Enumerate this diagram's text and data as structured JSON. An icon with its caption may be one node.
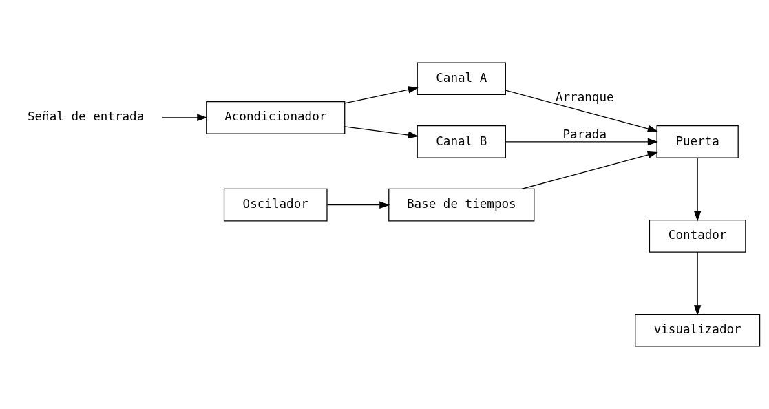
{
  "diagram": {
    "nodes": [
      {
        "text": [
          "Señal de entrada"
        ]
      },
      {
        "text": [
          "Acondicionador"
        ]
      },
      {
        "text": [
          "Canal A"
        ]
      },
      {
        "text": [
          "Canal B"
        ]
      },
      {
        "text": [
          "Oscilador"
        ]
      },
      {
        "text": [
          "Base de tiempos"
        ]
      },
      {
        "text": [
          "Puerta"
        ]
      },
      {
        "text": [
          "Contador"
        ]
      },
      {
        "text": [
          "visualizador"
        ]
      }
    ],
    "edges": [
      {
        "from": 0,
        "to": 1,
        "arrow": "to"
      },
      {
        "from": 1,
        "to": 2,
        "arrow": "to"
      },
      {
        "from": 1,
        "to": 3,
        "arrow": "to"
      },
      {
        "from": 2,
        "to": 6,
        "arrow": "to",
        "label": "Arranque"
      },
      {
        "from": 3,
        "to": 6,
        "arrow": "to",
        "label": "Parada"
      },
      {
        "from": 4,
        "to": 5,
        "arrow": "to"
      },
      {
        "from": 5,
        "to": 6,
        "arrow": "to"
      },
      {
        "from": 6,
        "to": 7,
        "arrow": "to"
      },
      {
        "from": 7,
        "to": 8,
        "arrow": "to"
      }
    ]
  }
}
